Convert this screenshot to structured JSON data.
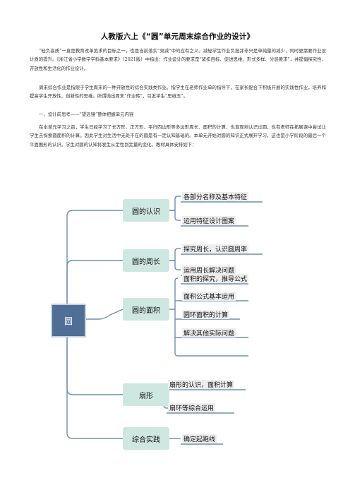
{
  "document": {
    "title": "人教版六上《“圆”单元周末综合作业的设计》",
    "paragraphs": [
      "“轻负高质”一直是教育改革追求的目标之一，也是当前落实“双减”中的应有之义。减轻学生作业负担并非只是单纯量的减少，同时更需要作业设计质的提升。《浙江省小学数学学科基本要求》（2021版）中指出：作业设计的要求是“紧扣目标、促进思维、形式多样、分层要求”，并提倡探究性、开放性和生活化的作业设计。",
      "周末综合作业是指限于学生周末的一种开放性的综合实践类作业。指学生在老师作业单的指导下，在家长配合下积极开展的实践性作业，培养和提高学生开放性、创新性的思维。所谓抛出周末“作业砖”，引发学生“思维玉”。",
      "一、设计前思考——“望远镜”整体把握单元内容",
      "在本单元学习之前，学生已经学习了长方形、正方形、平行四边形等多边形周长、面积的计算，也直观地认识过圆，也有老师在拓展课中尝试让学生去探索圆面积的计算。因此学生对生活中无处不在的圆是有一定认知基础的。本单元开始对圆的知识正式展开学习，这也是小学阶段的最后一个平面图形的认识。学生对圆的认知将发生从定性到定量的变化。教材具体安排如下："
    ]
  },
  "mindmap": {
    "root": "圆",
    "branches": [
      {
        "label": "圆的认识",
        "leaves": [
          "各部分名称及基本特征",
          "运用特征设计图案"
        ]
      },
      {
        "label": "圆的周长",
        "leaves": [
          "探究周长，认识圆周率",
          "运用周长解决问题"
        ]
      },
      {
        "label": "圆的面积",
        "leaves": [
          "面积的探究，推导公式",
          "面积公式基本运用",
          "圆环面积的计算",
          "解决其他实际问题"
        ]
      },
      {
        "label": "扇形",
        "leaves": [
          "扇形的认识，面积计算",
          "扇环等综合运用"
        ]
      },
      {
        "label": "综合实践",
        "leaves": [
          "确定起跑线"
        ]
      }
    ]
  },
  "colors": {
    "root_fill": "#4f6f96",
    "branch_fill": "#cfe7e1",
    "connector": "#6f8faf"
  }
}
